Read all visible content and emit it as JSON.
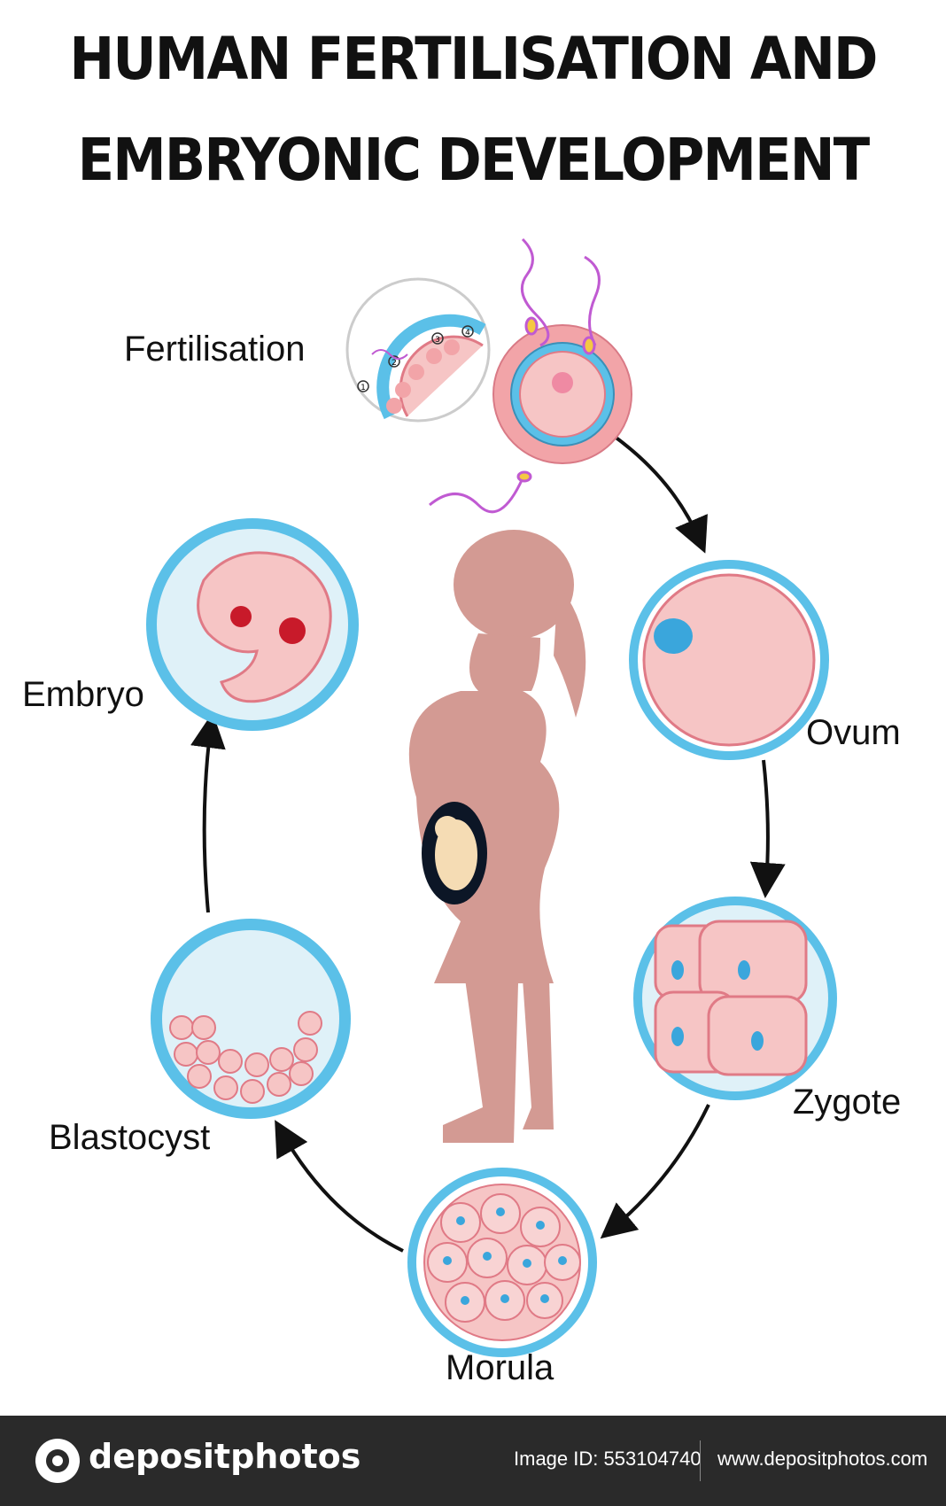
{
  "title": {
    "line1": "HUMAN FERTILISATION AND",
    "line2": "EMBRYONIC DEVELOPMENT"
  },
  "stages": {
    "fertilisation": "Fertilisation",
    "ovum": "Ovum",
    "zygote": "Zygote",
    "morula": "Morula",
    "blastocyst": "Blastocyst",
    "embryo": "Embryo"
  },
  "inset_numbers": [
    "1",
    "2",
    "3",
    "4"
  ],
  "colors": {
    "membrane_blue": "#5bc0e8",
    "cell_pink": "#f6c5c5",
    "nucleus_blue": "#3aa6dc",
    "silhouette": "#d39a93",
    "sperm_purple": "#c05ad2",
    "footer_bg": "#2a2a2a"
  },
  "footer": {
    "brand": "depositphotos",
    "image_id": "Image ID: 553104740",
    "site": "www.depositphotos.com"
  }
}
